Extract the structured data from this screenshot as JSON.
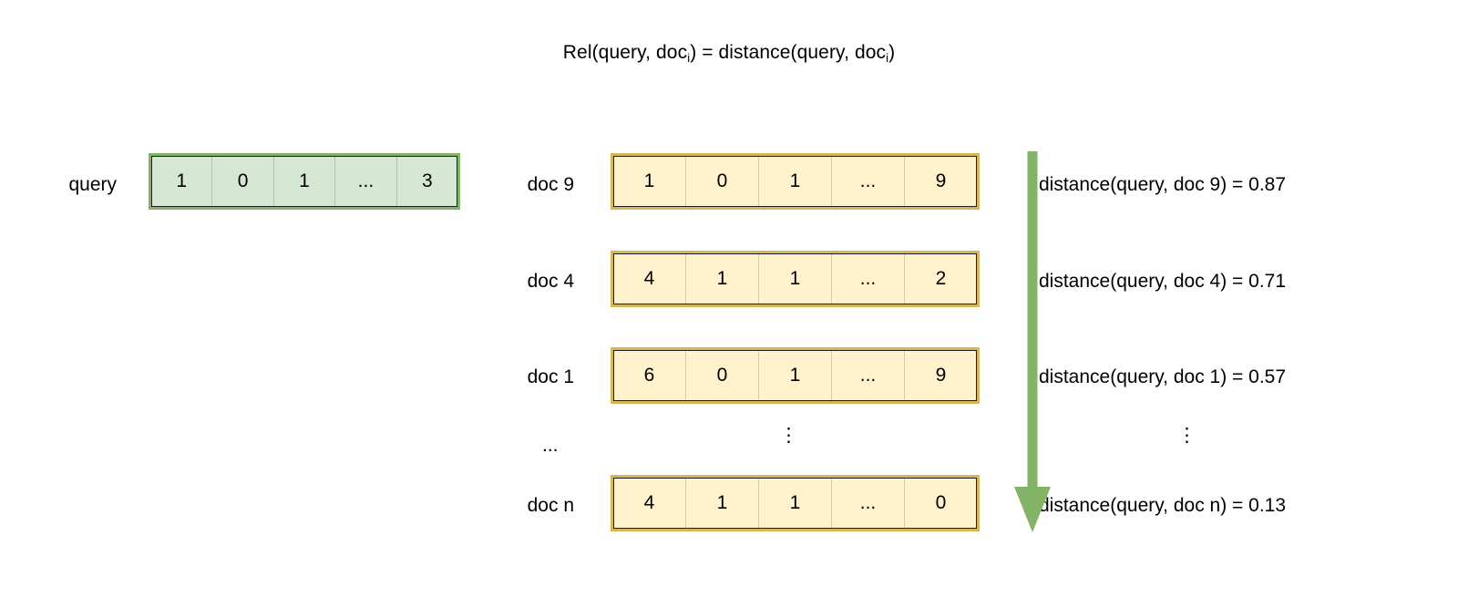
{
  "diagram": {
    "title_prefix": "Rel(query, doc",
    "title_sub": "i",
    "title_middle": ") = distance(query, doc",
    "title_sub2": "i",
    "title_suffix": ")",
    "title_plain": "Rel(query, doc_i) = distance(query, doc_i)"
  },
  "colors": {
    "query_fill": "#d5e8d4",
    "query_border": "#82b366",
    "doc_fill": "#fff2cc",
    "doc_border": "#d6b656",
    "arrow": "#82b366",
    "text": "#000000",
    "background": "#ffffff"
  },
  "query": {
    "label": "query",
    "cells": [
      "1",
      "0",
      "1",
      "...",
      "3"
    ]
  },
  "docs": [
    {
      "label": "doc 9",
      "cells": [
        "1",
        "0",
        "1",
        "...",
        "9"
      ],
      "distance_text": "distance(query, doc 9) = 0.87",
      "distance_value": 0.87
    },
    {
      "label": "doc 4",
      "cells": [
        "4",
        "1",
        "1",
        "...",
        "2"
      ],
      "distance_text": "distance(query, doc 4) = 0.71",
      "distance_value": 0.71
    },
    {
      "label": "doc 1",
      "cells": [
        "6",
        "0",
        "1",
        "...",
        "9"
      ],
      "distance_text": "distance(query, doc 1) = 0.57",
      "distance_value": 0.57
    },
    {
      "label": "doc n",
      "cells": [
        "4",
        "1",
        "1",
        "...",
        "0"
      ],
      "distance_text": "distance(query, doc n) = 0.13",
      "distance_value": 0.13
    }
  ],
  "ellipses": {
    "label_column": "...",
    "vector_column": "⋮",
    "distance_column": "⋮"
  },
  "arrow": {
    "direction": "down",
    "meaning": "decreasing-distance"
  }
}
